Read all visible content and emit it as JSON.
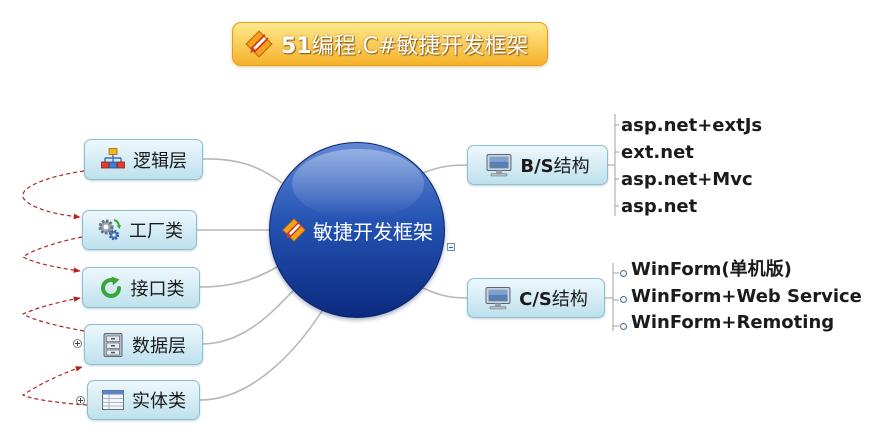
{
  "title": {
    "icon": "pencil-arrow-icon",
    "bold_text": "51",
    "text": "编程.C#敏捷开发框架"
  },
  "central_topic": {
    "icon": "pencil-arrow-icon",
    "label": "敏捷开发框架"
  },
  "left_topics": [
    {
      "label": "逻辑层",
      "icon": "org-chart-icon"
    },
    {
      "label": "工厂类",
      "icon": "gears-icon"
    },
    {
      "label": "接口类",
      "icon": "refresh-icon"
    },
    {
      "label": "数据层",
      "icon": "cabinet-icon",
      "collapsed": true
    },
    {
      "label": "实体类",
      "icon": "table-icon",
      "collapsed": true
    }
  ],
  "right_topics": [
    {
      "label_bold": "B/S",
      "label": "结构",
      "icon": "computer-icon",
      "subtopics": [
        "asp.net+extJs",
        "ext.net",
        "asp.net+Mvc",
        "asp.net"
      ]
    },
    {
      "label_bold": "C/S",
      "label": "结构",
      "icon": "computer-icon",
      "subtopic_icon": "circle-bullet-icon",
      "subtopics": [
        "WinForm(单机版)",
        "WinForm+Web Service",
        "WinForm+Remoting"
      ]
    }
  ],
  "colors": {
    "title_top": "#ffe98d",
    "title_bottom": "#f6b22a",
    "title_border": "#e19d1e",
    "topic_top": "#eef8fc",
    "topic_bottom": "#bde1ed",
    "topic_border": "#8fbdd0",
    "central_top": "#6189d6",
    "central_mid": "#2453b3",
    "central_bottom": "#0b2a7e",
    "connector": "#b7b7b7",
    "relationship": "#b42222",
    "subtopic_text": "#1b1b1b"
  }
}
